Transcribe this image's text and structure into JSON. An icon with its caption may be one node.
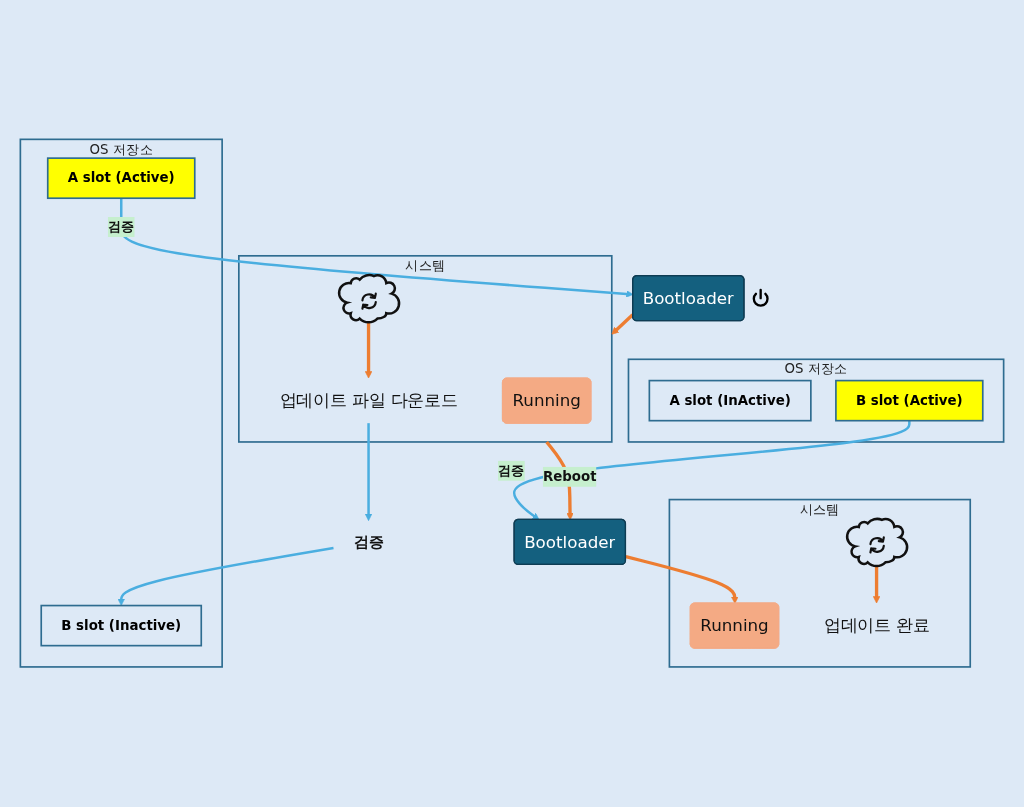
{
  "diagram": {
    "nodes": [
      {
        "text": [
          "Bootloader"
        ]
      },
      {
        "text": [
          "시스템"
        ]
      },
      {
        "text": [
          "Running"
        ],
        "in": 1
      },
      {
        "text": [],
        "shape": "cloud",
        "in": 1
      },
      {
        "text": [
          "업데이트 파일 다운로드"
        ],
        "in": 1
      },
      {
        "text": [
          "검증"
        ]
      },
      {
        "text": [
          "OS 저장소"
        ]
      },
      {
        "text": [
          "A slot (Active)"
        ],
        "in": 6
      },
      {
        "text": [
          "B slot (Inactive)"
        ],
        "in": 6
      },
      {
        "text": [
          "Bootloader"
        ]
      },
      {
        "text": [
          "시스템"
        ]
      },
      {
        "text": [
          "Running"
        ],
        "in": 10
      },
      {
        "text": [],
        "shape": "cloud",
        "in": 10
      },
      {
        "text": [
          "업데이트 완료"
        ],
        "in": 10
      },
      {
        "text": [
          "OS 저장소"
        ]
      },
      {
        "text": [
          "A slot (InActive)"
        ],
        "in": 14
      },
      {
        "text": [
          "B slot (Active)"
        ],
        "in": 14
      }
    ],
    "edges": [
      {
        "from": 0,
        "to": 1,
        "arrow": "to"
      },
      {
        "from": 3,
        "to": 4,
        "arrow": "to"
      },
      {
        "from": 4,
        "to": 5,
        "arrow": "to",
        "color": "#4aaee0"
      },
      {
        "from": 5,
        "to": 8,
        "arrow": "to",
        "color": "#4aaee0"
      },
      {
        "from": 7,
        "to": 0,
        "arrow": "to",
        "label": "검증",
        "color": "#4aaee0"
      },
      {
        "from": 1,
        "to": 9,
        "arrow": "to",
        "label": "Reboot"
      },
      {
        "from": 9,
        "to": 11,
        "arrow": "to"
      },
      {
        "from": 12,
        "to": 13,
        "arrow": "to"
      },
      {
        "from": 16,
        "to": 9,
        "arrow": "to",
        "label": "검증",
        "color": "#4aaee0"
      }
    ]
  }
}
